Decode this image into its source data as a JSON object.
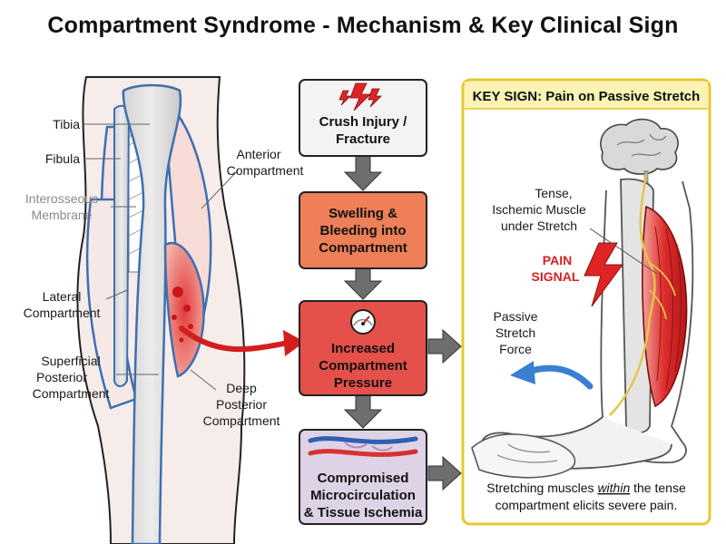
{
  "title": "Compartment Syndrome - Mechanism & Key Clinical Sign",
  "leg_labels": {
    "tibia": "Tibia",
    "fibula": "Fibula",
    "interosseous_1": "Interosseous",
    "interosseous_2": "Membrane",
    "anterior_1": "Anterior",
    "anterior_2": "Compartment",
    "lateral_1": "Lateral",
    "lateral_2": "Compartment",
    "superficial_1": "Superficial",
    "superficial_2": "Posterior",
    "superficial_3": "Compartment",
    "deep_1": "Deep",
    "deep_2": "Posterior",
    "deep_3": "Compartment"
  },
  "flow": {
    "step1": [
      "Crush Injury /",
      "Fracture"
    ],
    "step2": [
      "Swelling &",
      "Bleeding into",
      "Compartment"
    ],
    "step3": [
      "Increased",
      "Compartment",
      "Pressure"
    ],
    "step4": [
      "Compromised",
      "Microcirculation",
      "& Tissue Ischemia"
    ]
  },
  "key_sign": {
    "title": "KEY SIGN: Pain on Passive Stretch",
    "muscle_1": "Tense,",
    "muscle_2": "Ischemic Muscle",
    "muscle_3": "under Stretch",
    "pain_1": "PAIN",
    "pain_2": "SIGNAL",
    "force_1": "Passive",
    "force_2": "Stretch",
    "force_3": "Force",
    "caption_1_pre": "Stretching muscles ",
    "caption_1_em": "within",
    "caption_1_post": " the tense",
    "caption_2": "compartment elicits severe pain."
  },
  "colors": {
    "swelling_box": "#ee7f58",
    "pressure_box": "#e5504a",
    "ischemia_box": "#ddd2e6",
    "key_sign_border": "#e8c72a",
    "key_sign_header": "#fbf3b4",
    "arrow_grey": "#6e6e6e",
    "red_arrow": "#d41e1e"
  }
}
